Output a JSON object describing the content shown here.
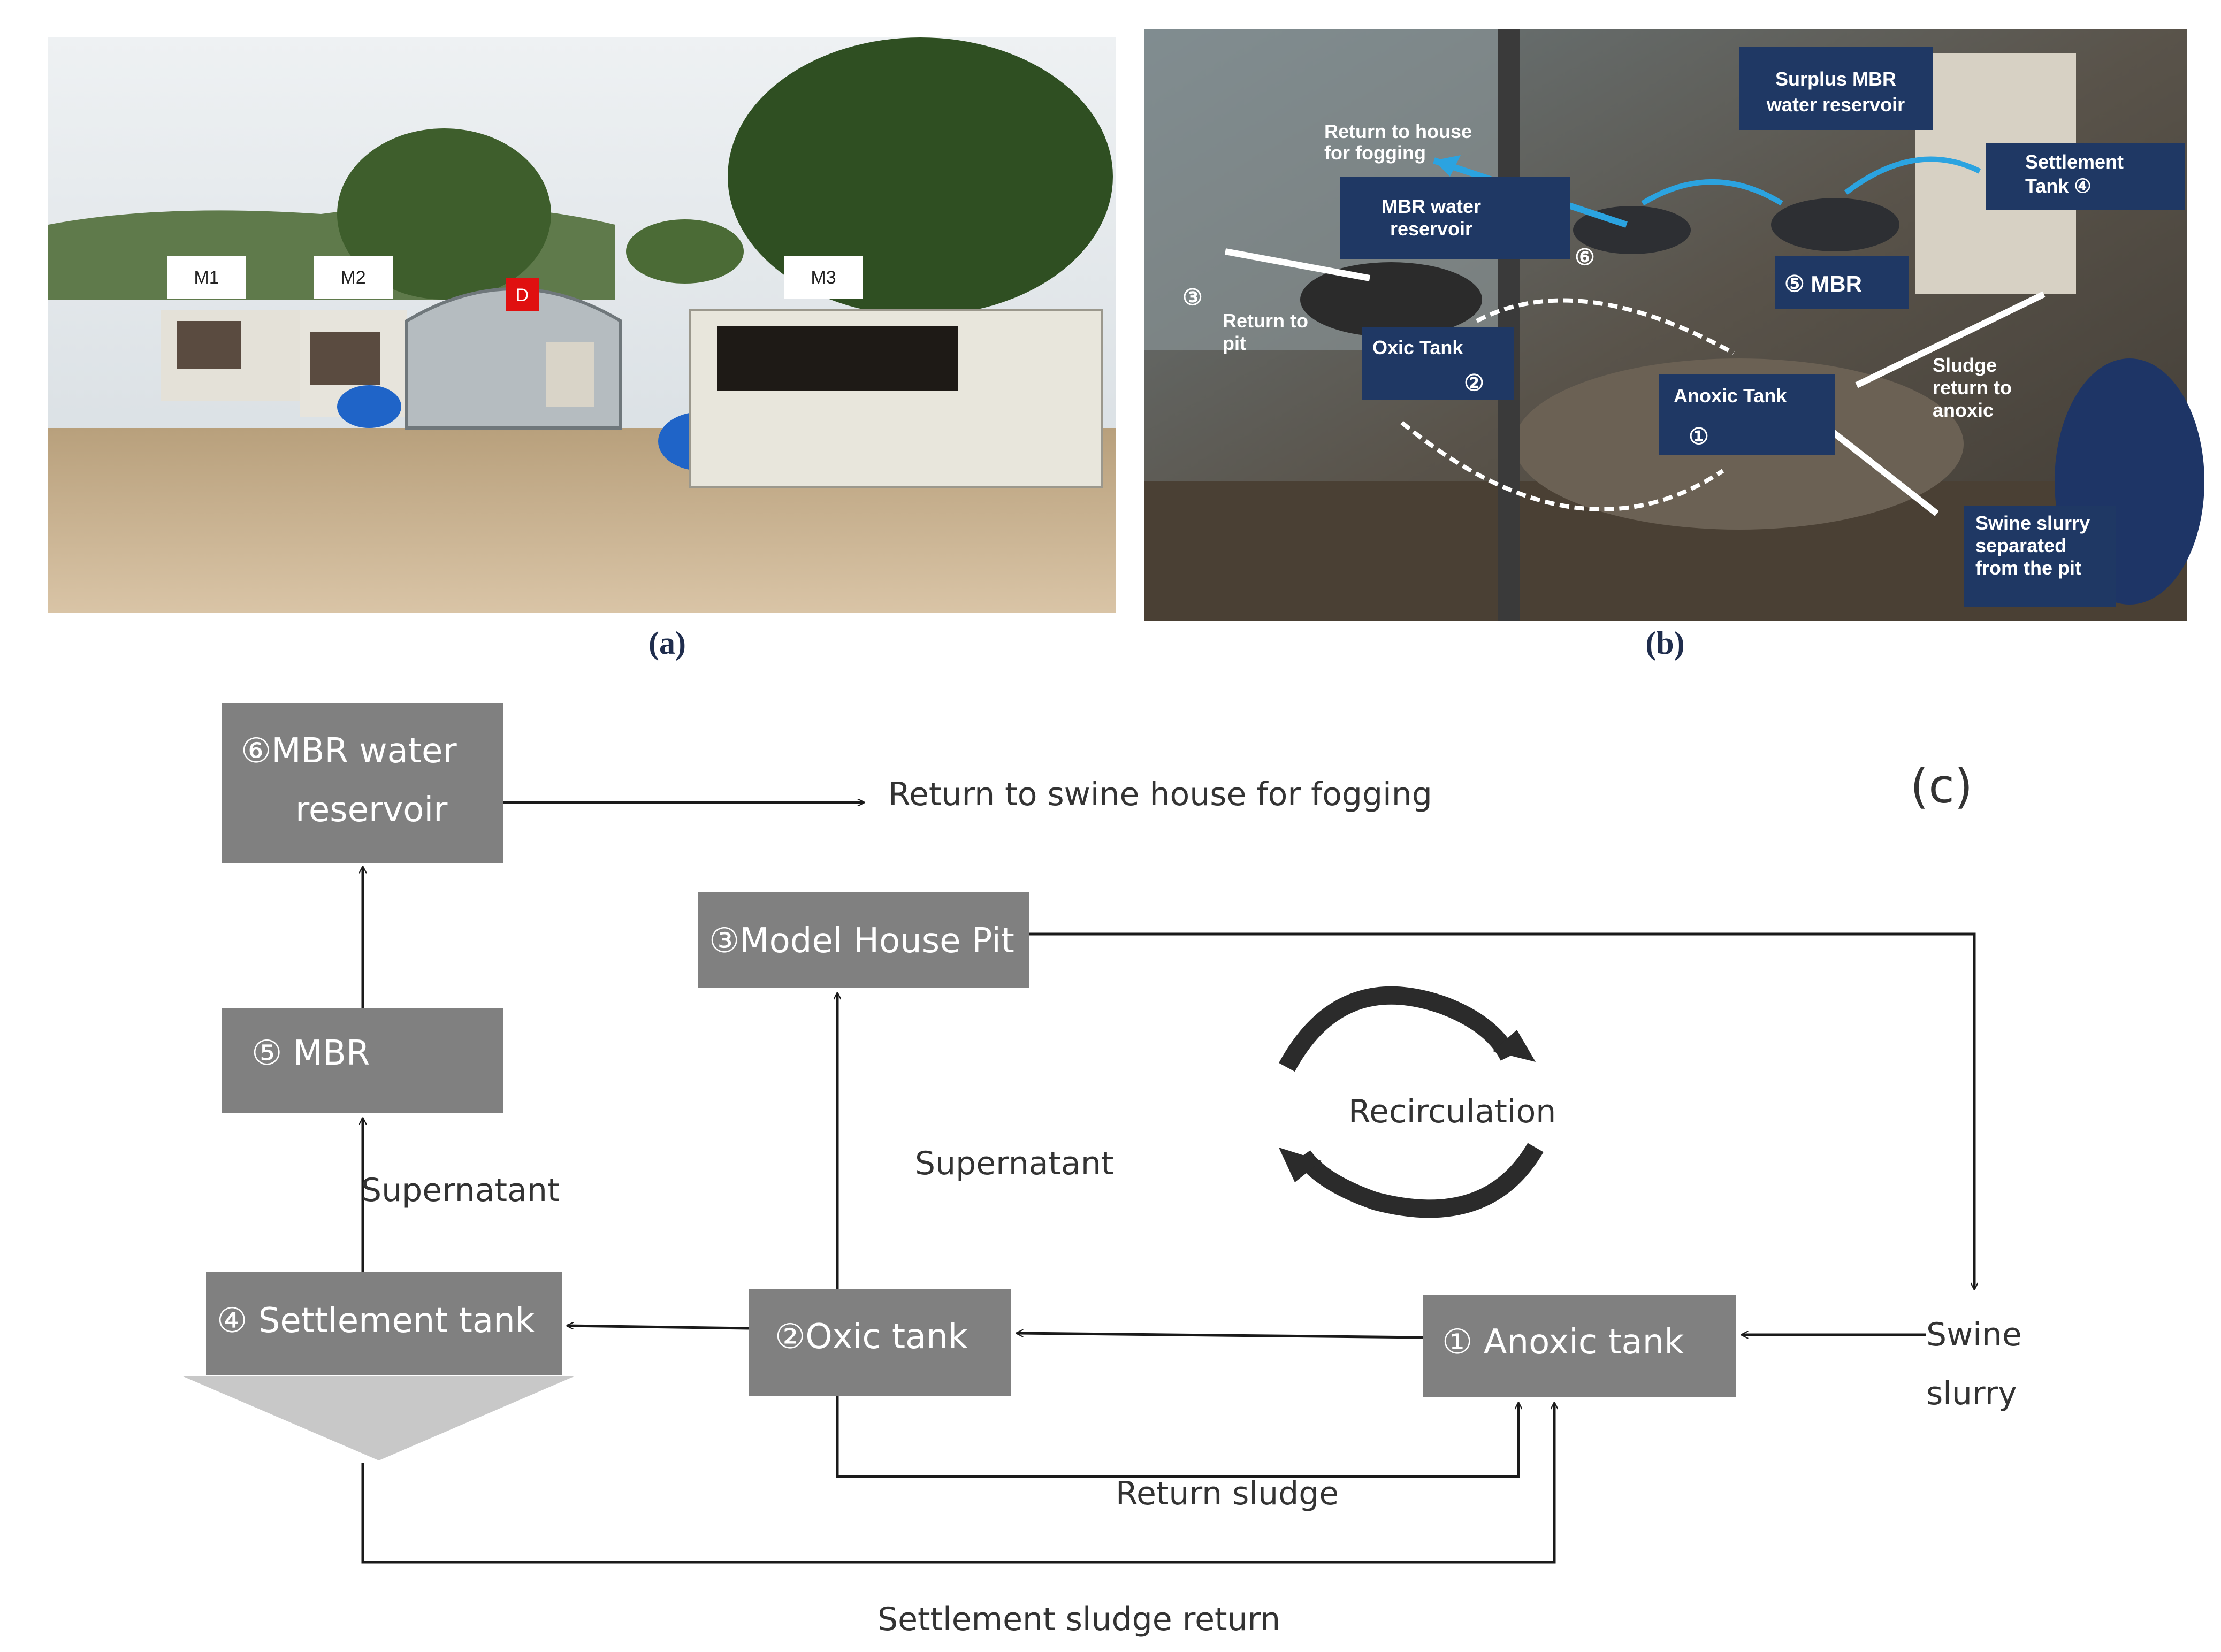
{
  "panel_labels": {
    "a": "(a)",
    "b": "(b)",
    "c": "(c)"
  },
  "photo_a": {
    "tags": [
      "M1",
      "M2",
      "D",
      "M3"
    ]
  },
  "photo_b": {
    "callouts": {
      "surplus_reservoir": [
        "Surplus MBR",
        "water reservoir"
      ],
      "return_fogging": [
        "Return to house",
        "for fogging"
      ],
      "settlement_tank": [
        "Settlement",
        "Tank ④"
      ],
      "mbr_reservoir": [
        "MBR water",
        "reservoir"
      ],
      "num6": "⑥",
      "mbr": "⑤ MBR",
      "return_pit": [
        "Return to",
        "pit"
      ],
      "num3": "③",
      "oxic_tank": "Oxic Tank",
      "num2": "②",
      "anoxic_tank": "Anoxic Tank",
      "num1": "①",
      "sludge_return": [
        "Sludge",
        "return to",
        "anoxic"
      ],
      "swine_slurry": [
        "Swine slurry",
        "separated",
        "from the pit"
      ]
    }
  },
  "diagram_c": {
    "boxes": {
      "mbr_reservoir": [
        "⑥MBR water",
        "reservoir"
      ],
      "mbr": "⑤    MBR",
      "model_house_pit": "③Model House Pit",
      "settlement_tank": "④ Settlement tank",
      "oxic_tank": "②Oxic tank",
      "anoxic_tank": "①  Anoxic tank"
    },
    "labels": {
      "return_fogging": "Return to swine house for fogging",
      "recirculation": "Recirculation",
      "supernatant_left": "Supernatant",
      "supernatant_mid": "Supernatant",
      "swine_slurry": [
        "Swine",
        "slurry"
      ],
      "return_sludge": "Return sludge",
      "settlement_sludge_return": "Settlement sludge return"
    }
  },
  "colors": {
    "box_fill": "#808080",
    "callout_fill": "#1f3864",
    "arrow": "#1a1a1a",
    "sky": "#dfe4e8",
    "ground": "#c7ad8c",
    "tag_red": "#e01010"
  }
}
